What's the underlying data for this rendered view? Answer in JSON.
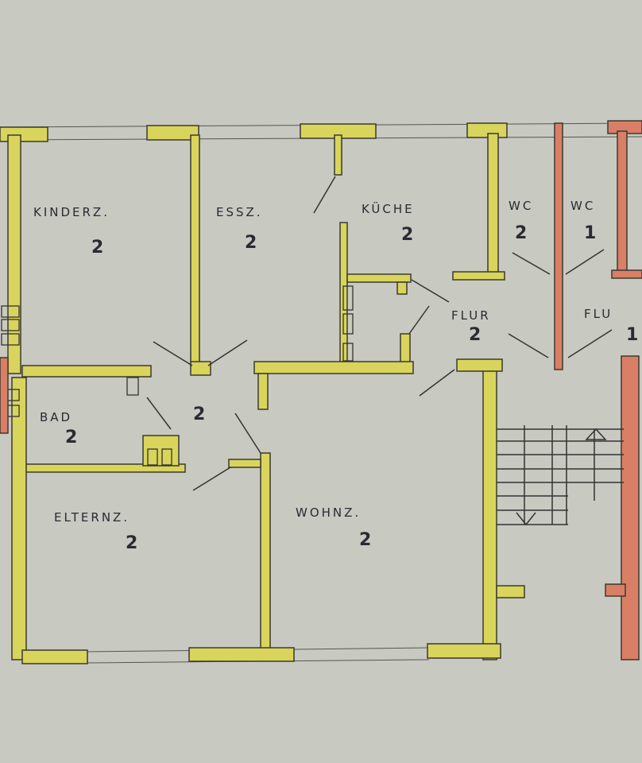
{
  "rooms": {
    "kinderz": {
      "label": "KINDERZ.",
      "unit": "2"
    },
    "essz": {
      "label": "ESSZ.",
      "unit": "2"
    },
    "kueche": {
      "label": "KÜCHE",
      "unit": "2"
    },
    "wc2": {
      "label": "WC",
      "unit": "2"
    },
    "wc1": {
      "label": "WC",
      "unit": "1"
    },
    "flur2": {
      "label": "FLUR",
      "unit": "2"
    },
    "flur1": {
      "label": "FLU",
      "unit": "1"
    },
    "bad": {
      "label": "BAD",
      "unit": "2"
    },
    "diele": {
      "unit": "2"
    },
    "elternz": {
      "label": "ELTERNZ.",
      "unit": "2"
    },
    "wohnz": {
      "label": "WOHNZ.",
      "unit": "2"
    }
  },
  "colors": {
    "paper": "#c8c9c1",
    "unit2_wall": "#d9d45c",
    "unit1_wall": "#d97f66"
  }
}
